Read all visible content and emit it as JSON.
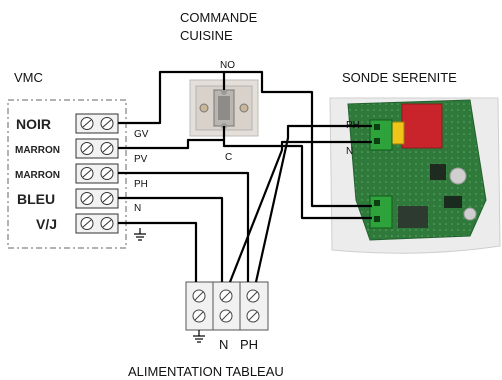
{
  "labels": {
    "commande": [
      "COMMANDE",
      "CUISINE"
    ],
    "vmc": "VMC",
    "sonde": "SONDE SERENITE",
    "alimentation": "ALIMENTATION TABLEAU",
    "no": "NO",
    "c": "C"
  },
  "vmc_terminals": [
    "NOIR",
    "MARRON",
    "MARRON",
    "BLEU",
    "V/J"
  ],
  "wire_labels": [
    "GV",
    "PV",
    "PH",
    "N"
  ],
  "sonde_terminals": [
    "PH",
    "N"
  ],
  "tableau_terminals": [
    "N",
    "PH"
  ],
  "colors": {
    "wire": "#000000",
    "terminal_green": "#2fa33b",
    "relay_red": "#c9242b",
    "relay_yellow": "#f0c419",
    "pcb_green": "#2e7d3a",
    "housing": "#e9e9e9"
  }
}
